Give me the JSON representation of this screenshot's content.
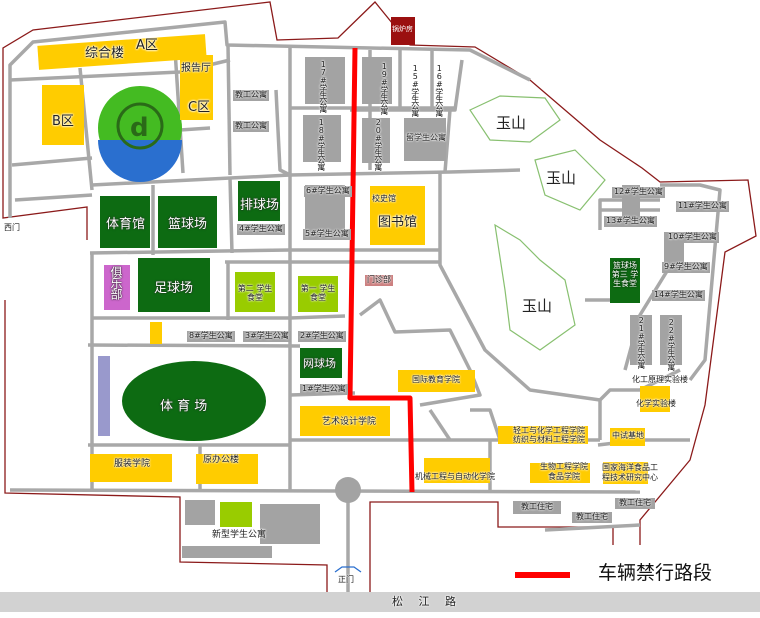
{
  "colors": {
    "route": "#ff0000",
    "boundary": "#8b1a1a",
    "road": "#a8a8a8",
    "building_yellow": "#ffcc00",
    "field_green": "#0d6b12",
    "canteen_green": "#99cc00",
    "dorm_gray": "#a3a3a3"
  },
  "legend": {
    "label": "车辆禁行路段"
  },
  "street": {
    "name": "松 江 路"
  },
  "gates": {
    "west": "西门",
    "main": "正门"
  },
  "places": {
    "zonghelou": "综合楼",
    "a_zone": "A区",
    "b_zone": "B区",
    "c_zone": "C区",
    "baogaoting": "报告厅",
    "jiaogong_1": "教工公寓",
    "jiaogong_2": "教工公寓",
    "guolufang": "锅炉房",
    "d17": "17#学生公寓",
    "d19": "19#学生公寓",
    "d15": "15#学生公寓",
    "d16": "16#学生公寓",
    "d18": "18#学生公寓",
    "d20": "20#学生公寓",
    "liuxuesheng": "留学生公寓",
    "d6": "6#学生公寓",
    "d5": "5#学生公寓",
    "d4": "4#学生公寓",
    "xiaoshiguan": "校史馆",
    "library": "图书馆",
    "yushan_1": "玉山",
    "yushan_2": "玉山",
    "yushan_3": "玉山",
    "d12": "12#学生公寓",
    "d11": "11#学生公寓",
    "d13": "13#学生公寓",
    "d10": "10#学生公寓",
    "d9": "9#学生公寓",
    "d14": "14#学生公寓",
    "d21": "21#学生公寓",
    "d22": "22#学生公寓",
    "canteen3": "篮球场 第三 学生食堂",
    "huagong_lab": "化工原理实验楼",
    "chem_lab": "化学实验楼",
    "gym": "体育馆",
    "basketball": "篮球场",
    "volleyball": "排球场",
    "club": "俱乐部",
    "football": "足球场",
    "canteen2": "第二 学生食堂",
    "canteen1": "第一 学生食堂",
    "clinic": "门诊部",
    "d8": "8#学生公寓",
    "d3": "3#学生公寓",
    "d2": "2#学生公寓",
    "tennis": "网球场",
    "d1": "1#学生公寓",
    "intl": "国际教育学院",
    "stadium": "体 育 场",
    "art": "艺术设计学院",
    "chemeng": "轻工与化学工程学院",
    "textile": "纺织与材料工程学院",
    "pilot": "中试基地",
    "mech": "机械工程与自动化学院",
    "bio": "生物工程学院",
    "food": "食品学院",
    "ocean": "国家海洋食品工",
    "ocean2": "程技术研究中心",
    "staff_res_1": "教工住宅",
    "staff_res_2": "教工住宅",
    "staff_res_3": "教工住宅",
    "fashion": "服装学院",
    "old_office": "原办公楼",
    "new_dorm": "新型学生公寓"
  }
}
